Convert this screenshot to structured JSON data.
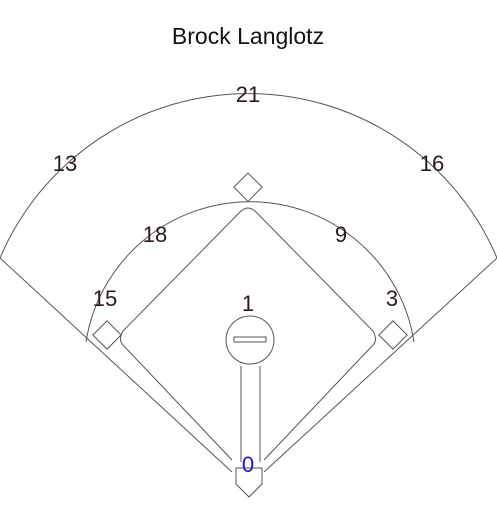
{
  "player_name": "Brock Langlotz",
  "colors": {
    "line": "#555555",
    "label": "#2b1a1a",
    "batter_label": "#1a1acc"
  },
  "positions": {
    "center_field": "21",
    "left_field": "13",
    "right_field": "16",
    "shortstop": "18",
    "second_base": "9",
    "third_base": "15",
    "first_base": "3",
    "pitcher": "1",
    "catcher": "0"
  }
}
